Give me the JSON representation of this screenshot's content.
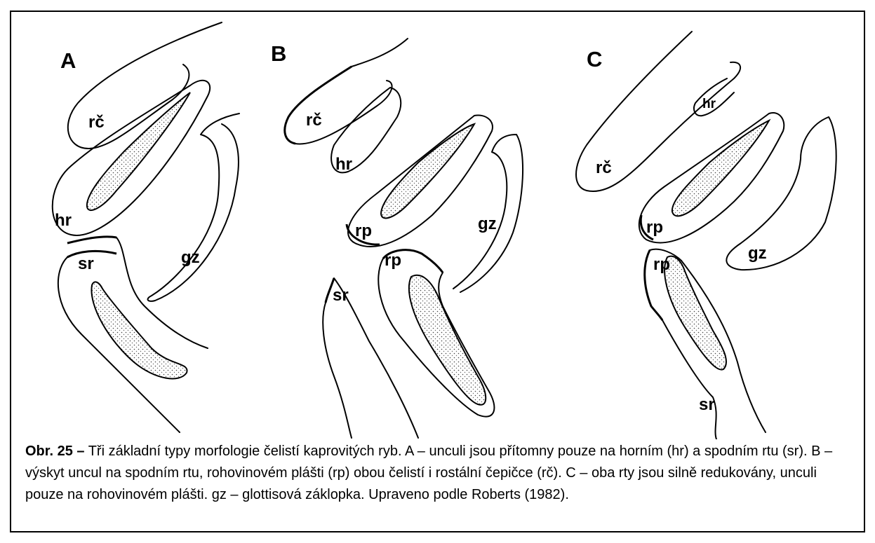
{
  "figure": {
    "panels": [
      {
        "letter": "A",
        "labels": {
          "rc": "rč",
          "hr": "hr",
          "sr": "sr",
          "gz": "gz"
        }
      },
      {
        "letter": "B",
        "labels": {
          "rc": "rč",
          "hr": "hr",
          "rp_upper": "rp",
          "rp_lower": "rp",
          "sr": "sr",
          "gz": "gz"
        }
      },
      {
        "letter": "C",
        "labels": {
          "rc": "rč",
          "hr": "hr",
          "rp_upper": "rp",
          "rp_lower": "rp",
          "sr": "sr",
          "gz": "gz"
        }
      }
    ]
  },
  "caption": {
    "lead": "Obr. 25 –",
    "text": " Tři základní typy morfologie čelistí kaprovitých ryb. A – unculi jsou přítomny pouze na horním (hr) a spodním rtu (sr). B – výskyt uncul na spodním rtu, rohovinovém plášti (rp) obou čelistí i rostální čepičce (rč). C – oba rty jsou silně redukovány, unculi pouze na rohovinovém plášti. gz – glottisová záklopka. Upraveno podle Roberts (1982)."
  }
}
